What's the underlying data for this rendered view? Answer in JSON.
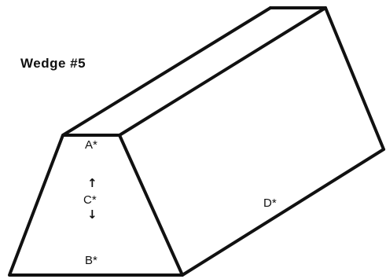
{
  "diagram": {
    "title": "Wedge #5",
    "points": {
      "a": "A*",
      "b": "B*",
      "c": "C*",
      "d": "D*"
    },
    "icons": {
      "up_arrow": "arrow-up-icon",
      "down_arrow": "arrow-down-icon"
    },
    "colors": {
      "line": "#111111",
      "background": "#ffffff"
    }
  }
}
